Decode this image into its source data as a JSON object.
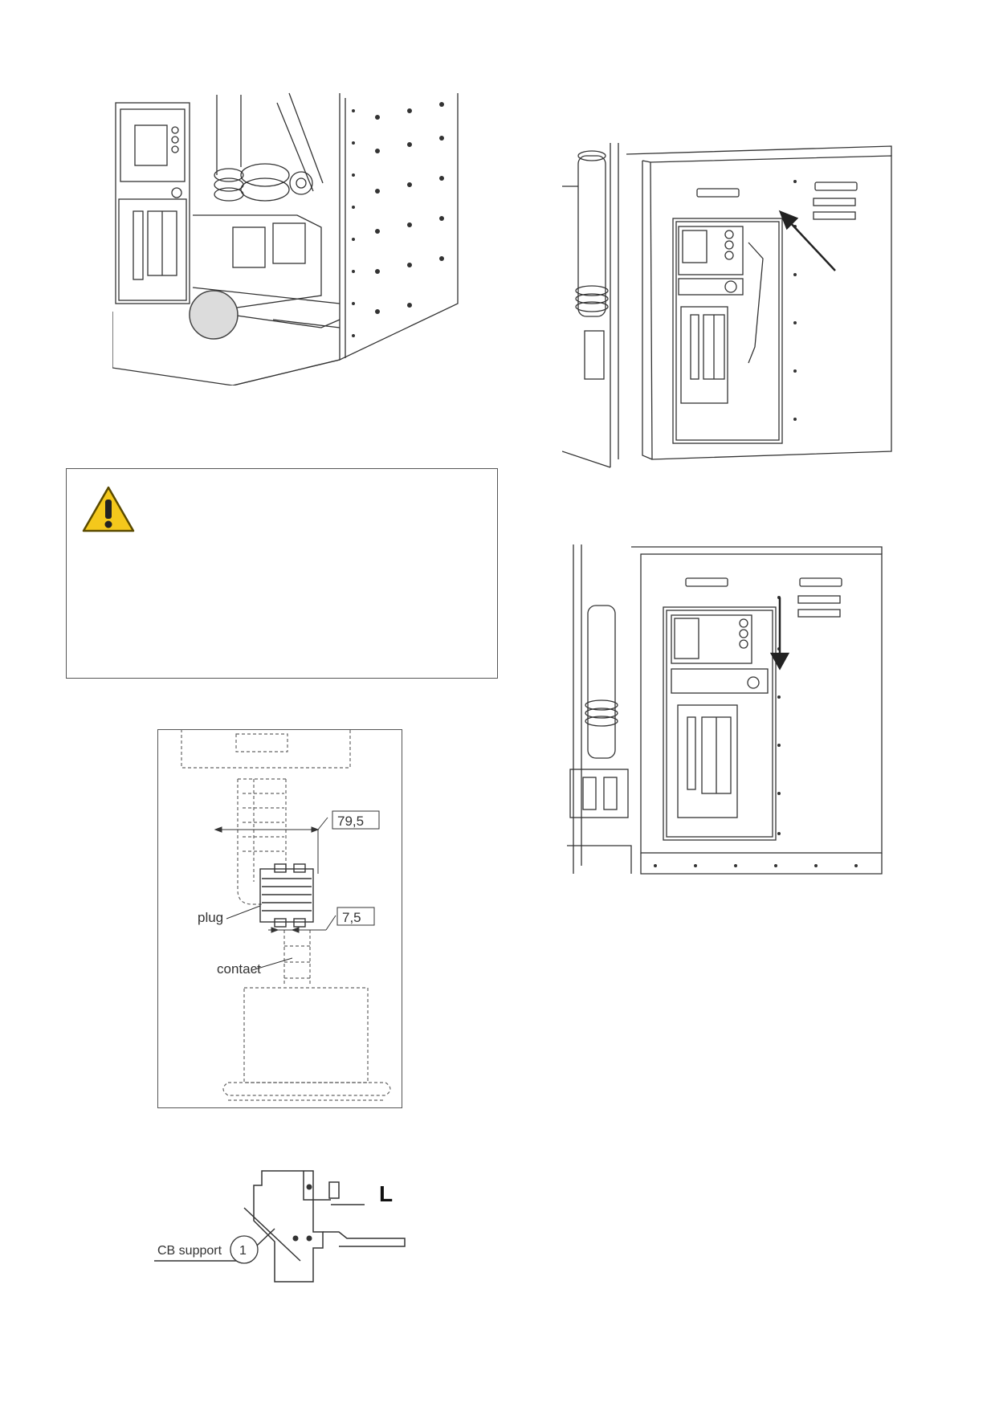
{
  "figure_top_left": {
    "icon": "hand-circle-marker"
  },
  "warning": {
    "icon": "warning-triangle-icon"
  },
  "figure_right_top": {
    "icon": "arrow-up-left"
  },
  "figure_right_bottom": {
    "icon": "arrow-down"
  },
  "drawing_plug": {
    "dim_1": "79,5",
    "dim_2": "7,5",
    "label_plug": "plug",
    "label_contact": "contact"
  },
  "drawing_support": {
    "letter": "L",
    "label": "CB support",
    "callout": "1"
  },
  "colors": {
    "warning_yellow": "#f4c81c",
    "line": "#333333",
    "marker_gray": "#dcdcdc"
  }
}
